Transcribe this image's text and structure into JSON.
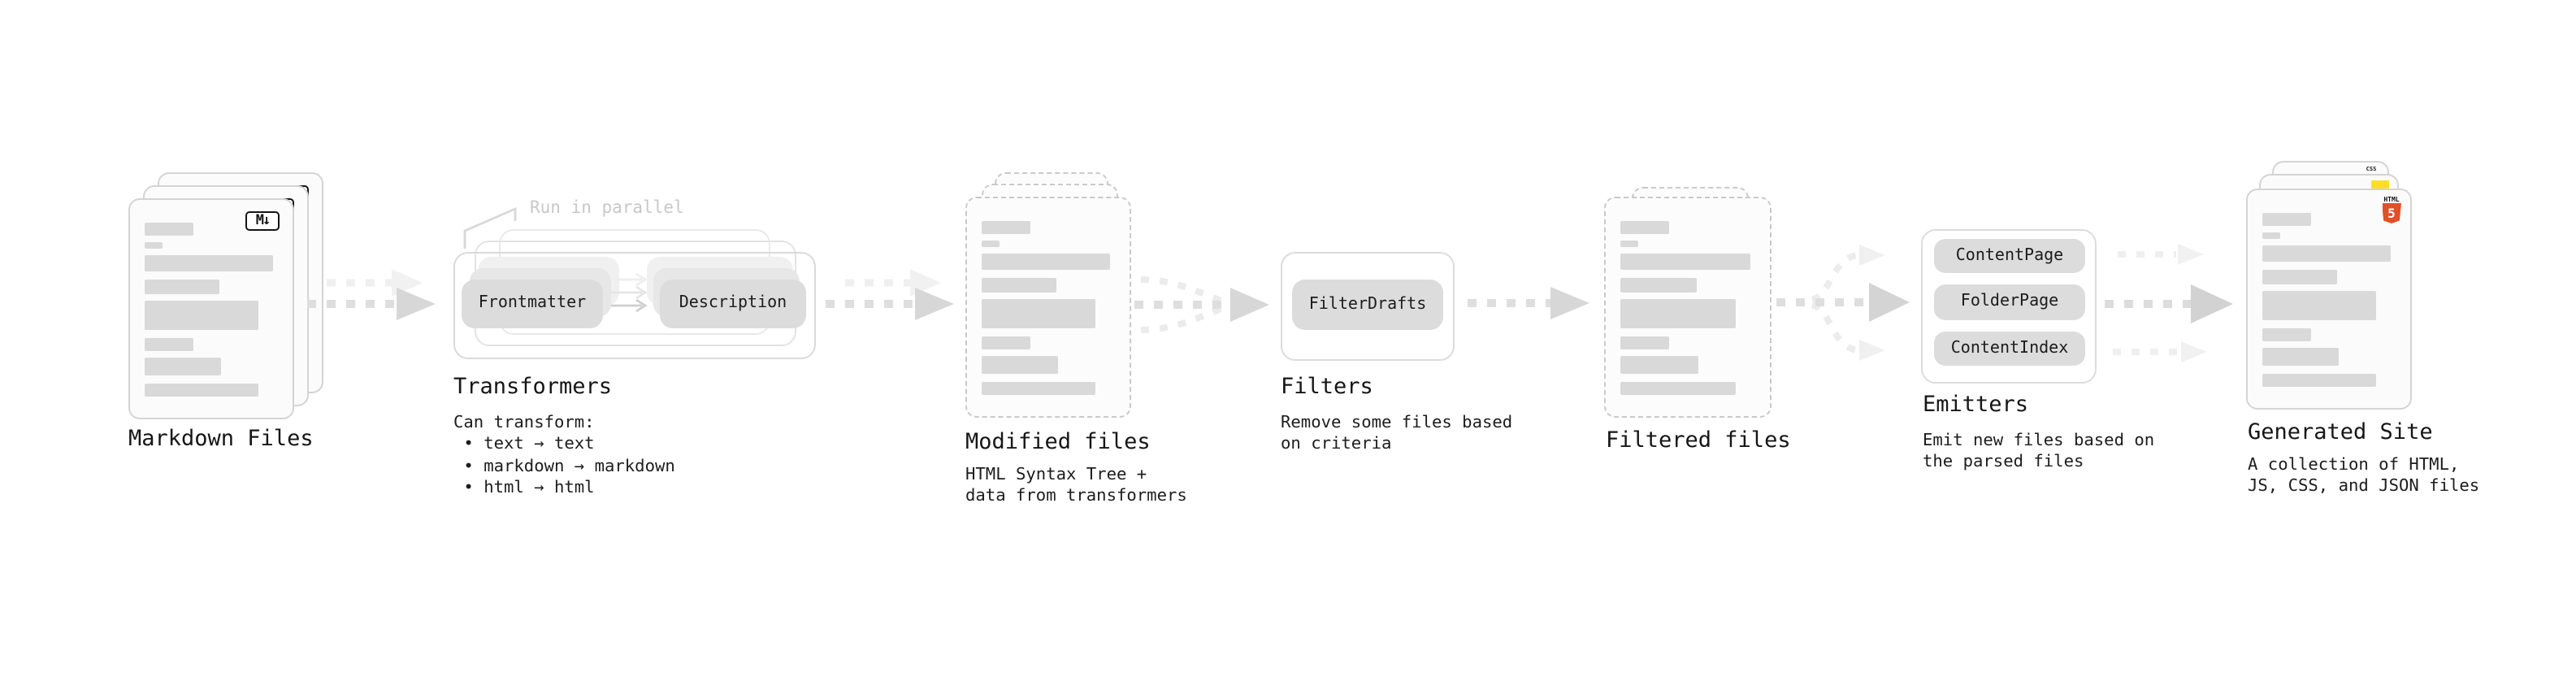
{
  "diagram": {
    "stages": {
      "markdown_files": {
        "label": "Markdown Files",
        "badge": "M↓"
      },
      "transformers": {
        "label": "Transformers",
        "note": "Run in parallel",
        "pill_frontmatter": "Frontmatter",
        "pill_description": "Description",
        "description": "Can transform:\n • text → text\n • markdown → markdown\n • html → html"
      },
      "modified_files": {
        "label": "Modified files",
        "description": "HTML Syntax Tree +\ndata from transformers"
      },
      "filters": {
        "label": "Filters",
        "pill": "FilterDrafts",
        "description": "Remove some files based\non criteria"
      },
      "filtered_files": {
        "label": "Filtered files"
      },
      "emitters": {
        "label": "Emitters",
        "pills": [
          "ContentPage",
          "FolderPage",
          "ContentIndex"
        ],
        "description": "Emit new files based on\nthe parsed files"
      },
      "generated_site": {
        "label": "Generated Site",
        "description": "A collection of HTML,\nJS, CSS, and JSON files",
        "badge_html_label": "HTML",
        "badge_html_number": "5",
        "badge_css_label": "CSS"
      }
    }
  },
  "placeholder_bars": [
    {
      "w": 37,
      "h": 7.5
    },
    {
      "w": 13,
      "h": 3.5
    },
    {
      "w": 98,
      "h": 10
    },
    {
      "w": 57,
      "h": 9
    },
    {
      "w": 87,
      "h": 18
    },
    {
      "w": 37,
      "h": 8
    },
    {
      "w": 58,
      "h": 11
    },
    {
      "w": 87,
      "h": 8.5
    }
  ],
  "colors": {
    "html5_orange": "#E34F26",
    "js_yellow": "#FFDE25",
    "css_blue": "#2965F1",
    "bar_fill": "#d9d9d9"
  }
}
